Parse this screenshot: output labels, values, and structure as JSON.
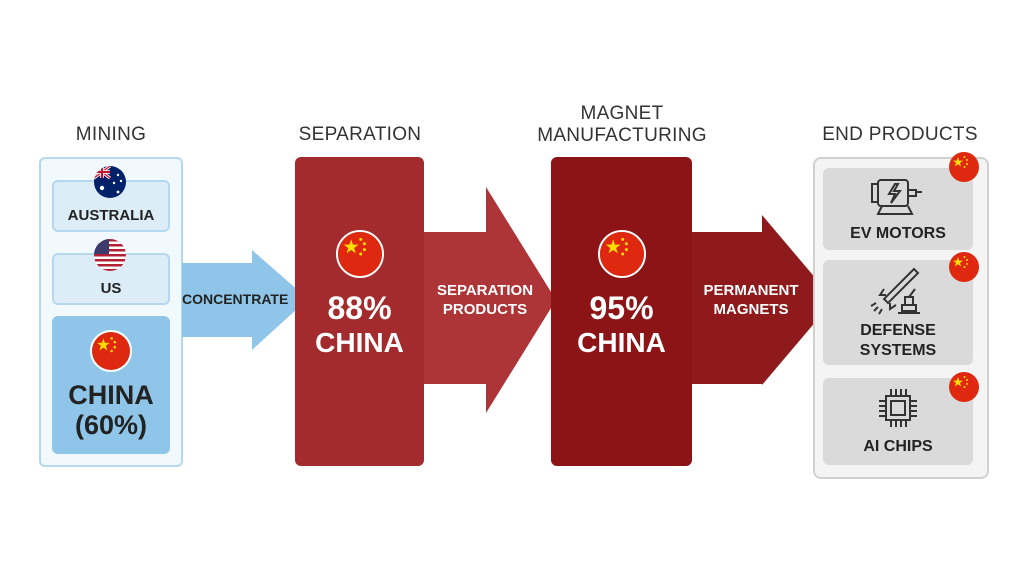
{
  "stages": {
    "mining": {
      "title": "MINING",
      "countries": [
        {
          "name": "AUSTRALIA",
          "flag": "australia-flag"
        },
        {
          "name": "US",
          "flag": "us-flag"
        },
        {
          "name": "CHINA",
          "share": "(60%)",
          "flag": "china-flag"
        }
      ]
    },
    "concentrate_arrow": {
      "label": "CONCENTRATE"
    },
    "separation": {
      "title": "SEPARATION",
      "share": "88%",
      "country": "CHINA"
    },
    "separation_arrow": {
      "label_line1": "SEPARATION",
      "label_line2": "PRODUCTS"
    },
    "magnet": {
      "title_line1": "MAGNET",
      "title_line2": "MANUFACTURING",
      "share": "95%",
      "country": "CHINA"
    },
    "magnet_arrow": {
      "label_line1": "PERMANENT",
      "label_line2": "MAGNETS"
    },
    "end_products": {
      "title": "END PRODUCTS",
      "items": [
        {
          "line1": "EV MOTORS",
          "icon": "motor-icon"
        },
        {
          "line1": "DEFENSE",
          "line2": "SYSTEMS",
          "icon": "missile-icon"
        },
        {
          "line1": "AI CHIPS",
          "icon": "chip-icon"
        }
      ]
    }
  },
  "colors": {
    "mining_blue": "#8fc5e8",
    "separation_red": "#a32a2d",
    "magnet_red": "#8c1417",
    "china_red": "#de2910",
    "china_yellow": "#ffde00"
  }
}
